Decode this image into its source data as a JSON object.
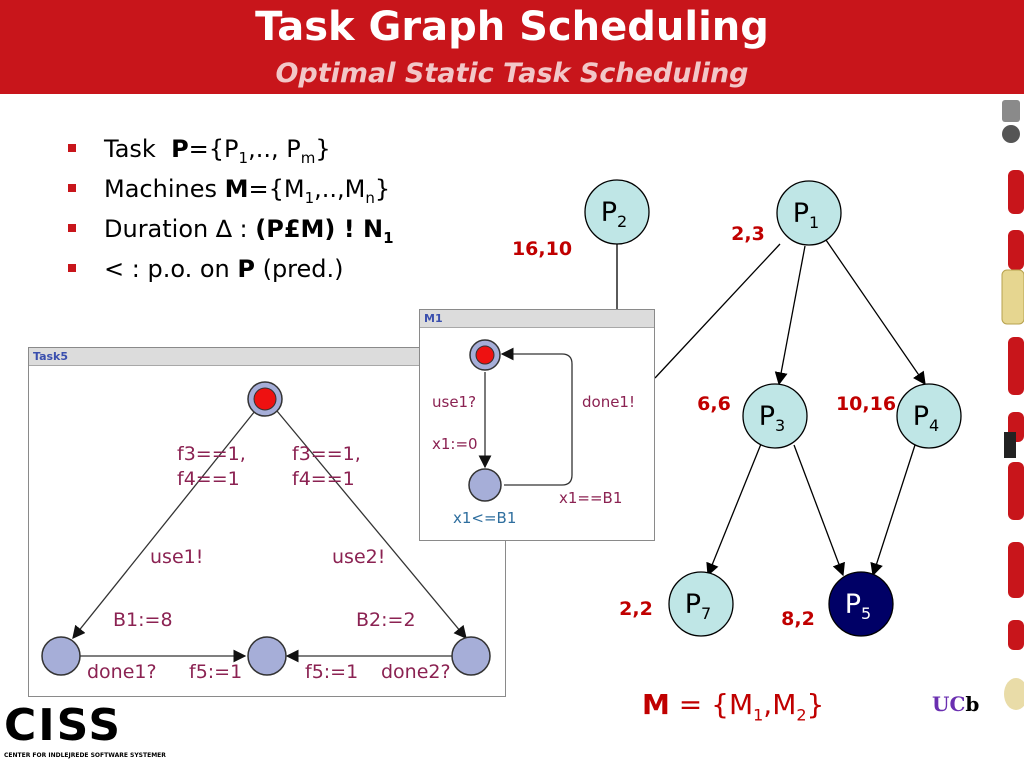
{
  "header": {
    "title": "Task Graph Scheduling",
    "subtitle": "Optimal Static Task Scheduling"
  },
  "bullets": [
    {
      "text": "Task  P={P1,.., Pm}"
    },
    {
      "text": "Machines M={M1,..,Mn}"
    },
    {
      "text": "Duration ∆ : (P£M) ! N1"
    },
    {
      "text": "< : p.o. on P (pred.)"
    }
  ],
  "task_graph": {
    "nodes": [
      {
        "id": "P1",
        "label": "P",
        "sub": "1",
        "weight": "2,3"
      },
      {
        "id": "P2",
        "label": "P",
        "sub": "2",
        "weight": "16,10"
      },
      {
        "id": "P3",
        "label": "P",
        "sub": "3",
        "weight": "6,6"
      },
      {
        "id": "P4",
        "label": "P",
        "sub": "4",
        "weight": "10,16"
      },
      {
        "id": "P5",
        "label": "P",
        "sub": "5",
        "weight": "8,2",
        "highlighted": true
      },
      {
        "id": "P7",
        "label": "P",
        "sub": "7",
        "weight": "2,2"
      }
    ],
    "edges": [
      [
        "P1",
        "P3"
      ],
      [
        "P1",
        "P4"
      ],
      [
        "P3",
        "P7"
      ],
      [
        "P3",
        "P5"
      ],
      [
        "P4",
        "P5"
      ]
    ],
    "node_fill": "#bfe6e6",
    "node_highlight_fill": "#000066",
    "weight_color": "#c00000"
  },
  "machines_line": {
    "prefix": "M",
    "eq": " = {M",
    "sub1": "1",
    "mid": ",M",
    "sub2": "2",
    "close": "}"
  },
  "task5_window": {
    "title": "Task5",
    "guard_left": [
      "f3==1,",
      "f4==1"
    ],
    "guard_right": [
      "f3==1,",
      "f4==1"
    ],
    "sync_left": "use1!",
    "sync_right": "use2!",
    "assign_left": "B1:=8",
    "assign_right": "B2:=2",
    "bottom_labels": [
      "done1?",
      "f5:=1",
      "f5:=1",
      "done2?"
    ]
  },
  "m1_window": {
    "title": "M1",
    "use_label": "use1?",
    "reset_label": "x1:=0",
    "done_label": "done1!",
    "guard_label": "x1==B1",
    "invariant_label": "x1<=B1"
  },
  "footer": {
    "logo": "CISS",
    "logo_sub": "CENTER FOR INDLEJREDE SOFTWARE SYSTEMER",
    "ucb_uc": "UC",
    "ucb_b": "b"
  },
  "colors": {
    "brand_red": "#c8151b",
    "location_fill": "#a6aed8",
    "label_purple": "#8b2252",
    "label_blue": "#2e6e9e"
  }
}
